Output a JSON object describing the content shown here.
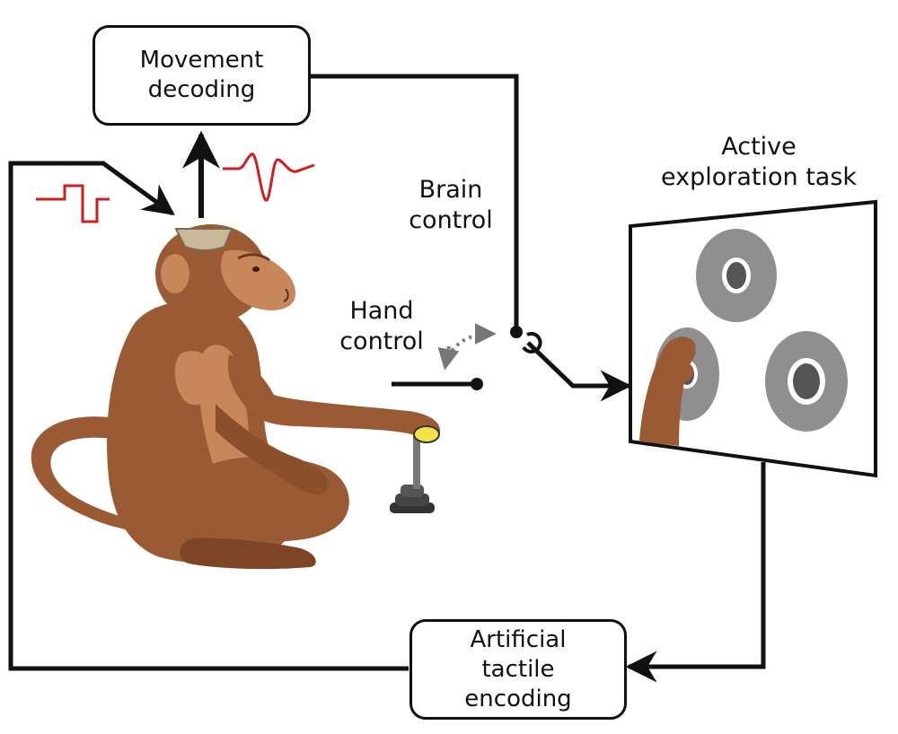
{
  "boxes": {
    "movement_decoding": [
      "Movement",
      "decoding"
    ],
    "artificial_tactile_encoding": [
      "Artificial",
      "tactile",
      "encoding"
    ]
  },
  "labels": {
    "brain_control": [
      "Brain",
      "control"
    ],
    "hand_control": [
      "Hand",
      "control"
    ],
    "active_exploration_task": [
      "Active",
      "exploration task"
    ]
  },
  "colors": {
    "line": "#111111",
    "signal": "#cc1f1f",
    "fur": "#9a5a34",
    "fur_light": "#c8875a",
    "target_outer": "#8f8f8f",
    "target_center": "#555555"
  }
}
